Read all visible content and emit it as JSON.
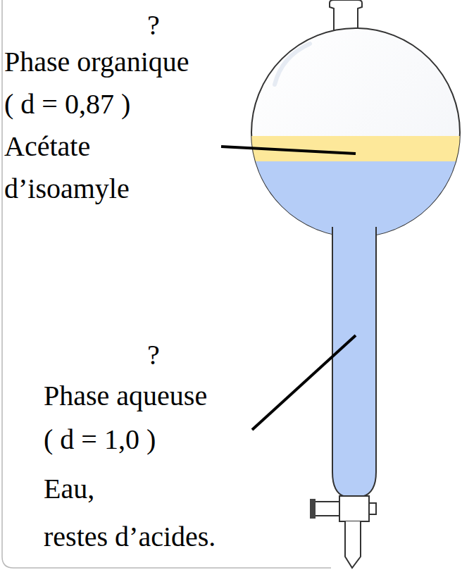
{
  "diagram": {
    "labels": [
      "?",
      "Phase organique",
      "( d = 0,87 )",
      "Acétate",
      "d’isoamyle",
      "?",
      "Phase aqueuse",
      "( d = 1,0 )",
      "Eau,",
      "restes d’acides."
    ]
  }
}
